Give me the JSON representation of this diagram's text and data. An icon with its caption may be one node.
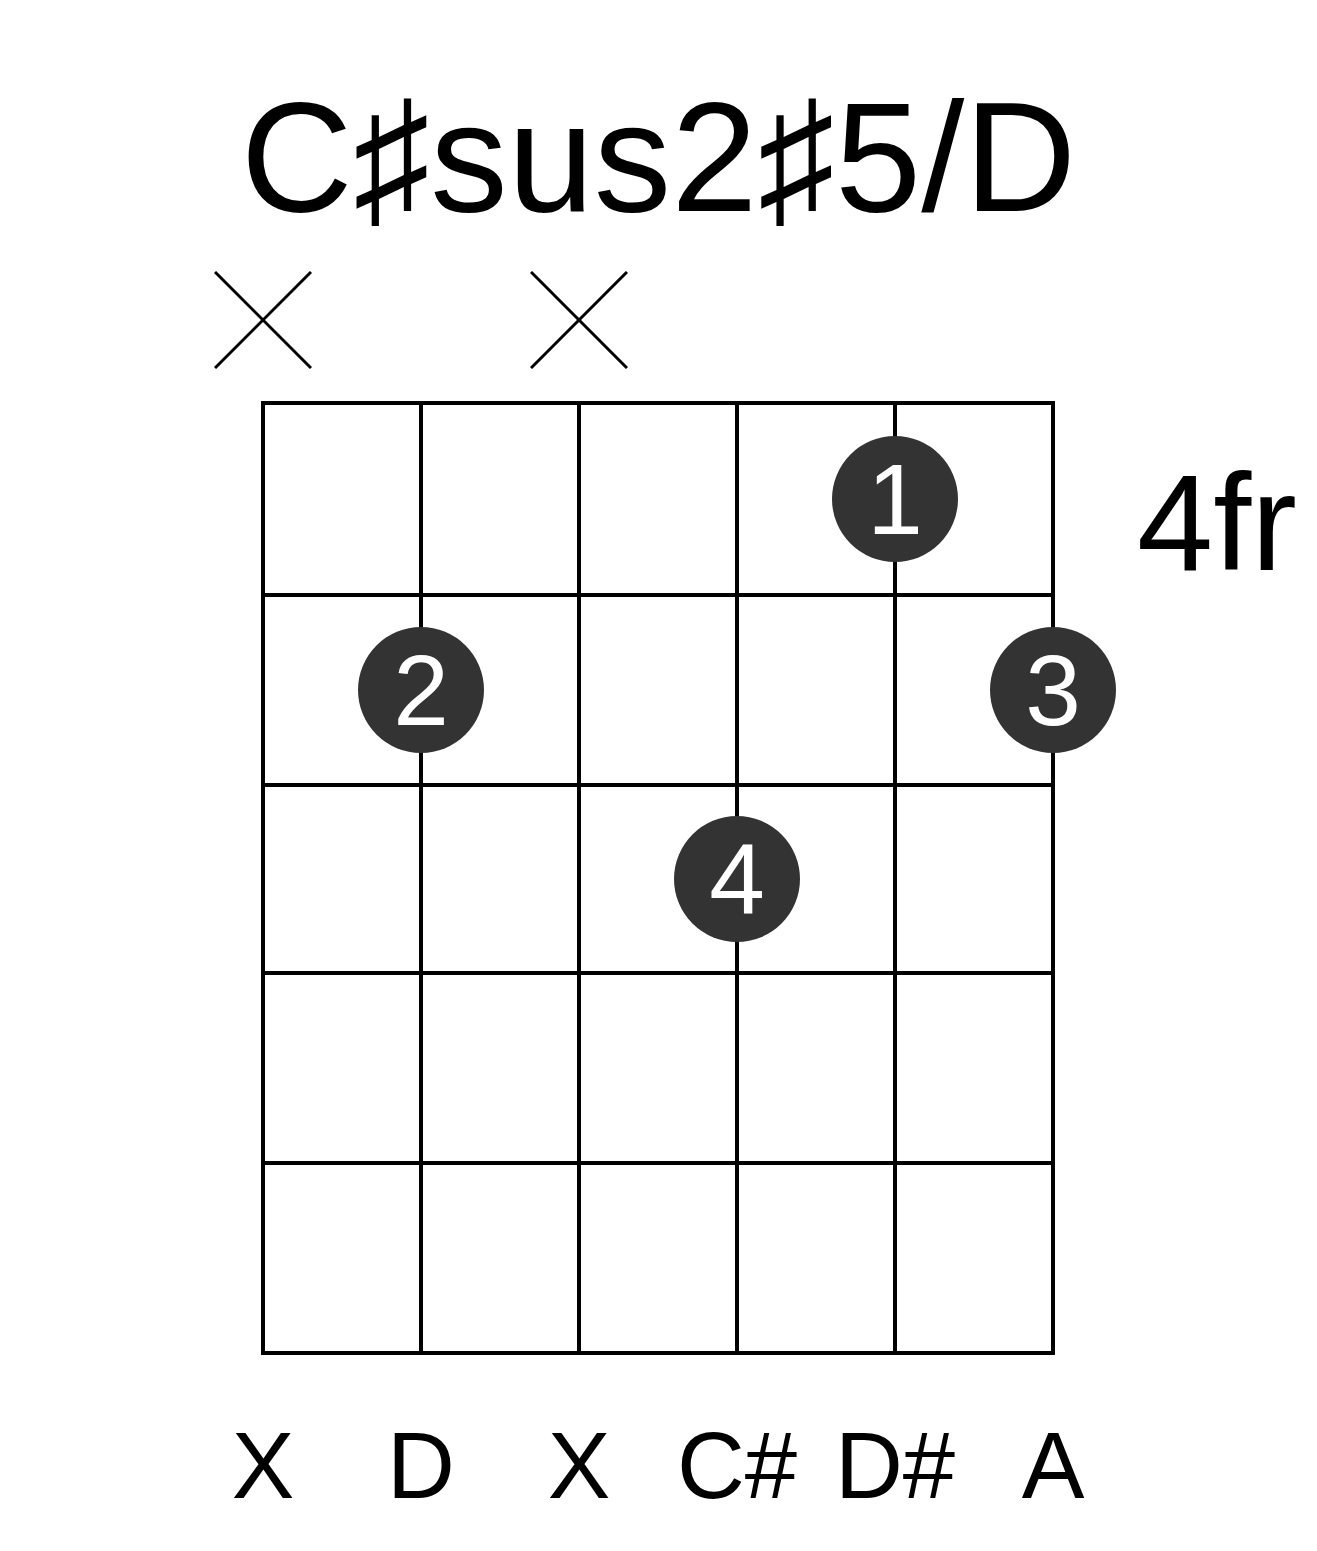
{
  "diagram": {
    "title": "C♯sus2♯5/D",
    "nodes": [
      {
        "text": [
          "1"
        ]
      },
      {
        "text": [
          "2"
        ]
      },
      {
        "text": [
          "3"
        ]
      },
      {
        "text": [
          "4"
        ]
      }
    ],
    "labels": [
      "4fr",
      "X",
      "D",
      "X",
      "C#",
      "D#",
      "A"
    ]
  }
}
